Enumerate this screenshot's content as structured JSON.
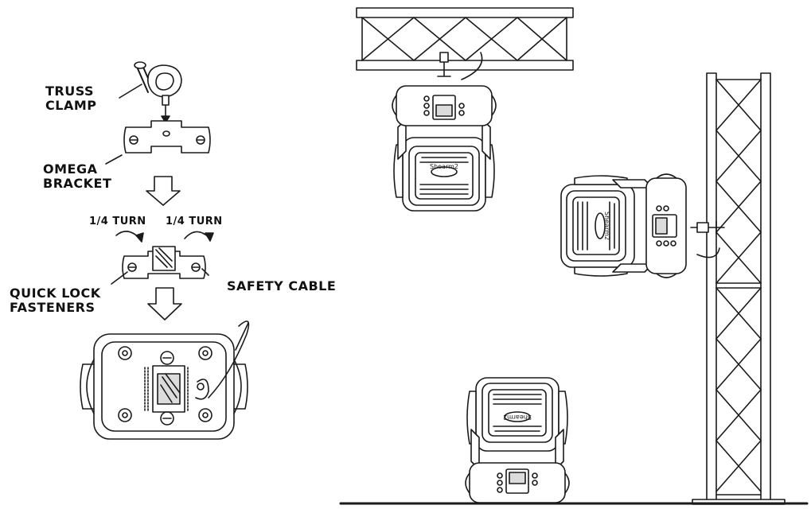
{
  "labels": {
    "truss_clamp": [
      "TRUSS",
      "CLAMP"
    ],
    "omega_bracket": [
      "OMEGA",
      "BRACKET"
    ],
    "quarter_turn_left": "1/4 TURN",
    "quarter_turn_right": "1/4 TURN",
    "quick_lock_fasteners": [
      "QUICK LOCK",
      "FASTENERS"
    ],
    "safety_cable": "SAFETY CABLE"
  },
  "brand_mark": "Shearm2",
  "colors": {
    "line": "#1a1a1a",
    "fill": "#ffffff",
    "shade": "#dcdcdc"
  }
}
